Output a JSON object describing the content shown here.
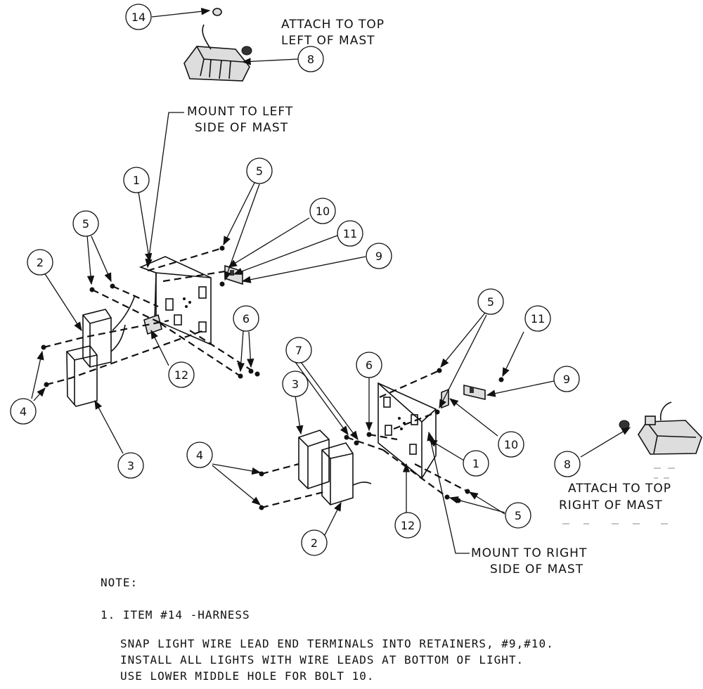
{
  "labels": {
    "top_left": [
      "ATTACH TO TOP",
      "LEFT OF MAST"
    ],
    "mount_left": [
      "MOUNT TO LEFT",
      "SIDE OF MAST"
    ],
    "top_right": [
      "ATTACH TO TOP",
      "RIGHT OF MAST"
    ],
    "mount_right": [
      "MOUNT TO RIGHT",
      "SIDE OF MAST"
    ]
  },
  "balloons": [
    "14",
    "8",
    "1",
    "5",
    "10",
    "11",
    "9",
    "5",
    "2",
    "12",
    "6",
    "4",
    "3",
    "5",
    "11",
    "9",
    "7",
    "6",
    "10",
    "3",
    "4",
    "1",
    "8",
    "12",
    "2",
    "5"
  ],
  "notes": {
    "heading": "NOTE:",
    "item": "1. ITEM #14 -HARNESS",
    "lines": [
      "SNAP LIGHT WIRE LEAD END TERMINALS INTO RETAINERS, #9,#10.",
      "INSTALL ALL LIGHTS WITH WIRE LEADS AT BOTTOM OF LIGHT.",
      "USE LOWER MIDDLE HOLE FOR BOLT 10."
    ]
  }
}
